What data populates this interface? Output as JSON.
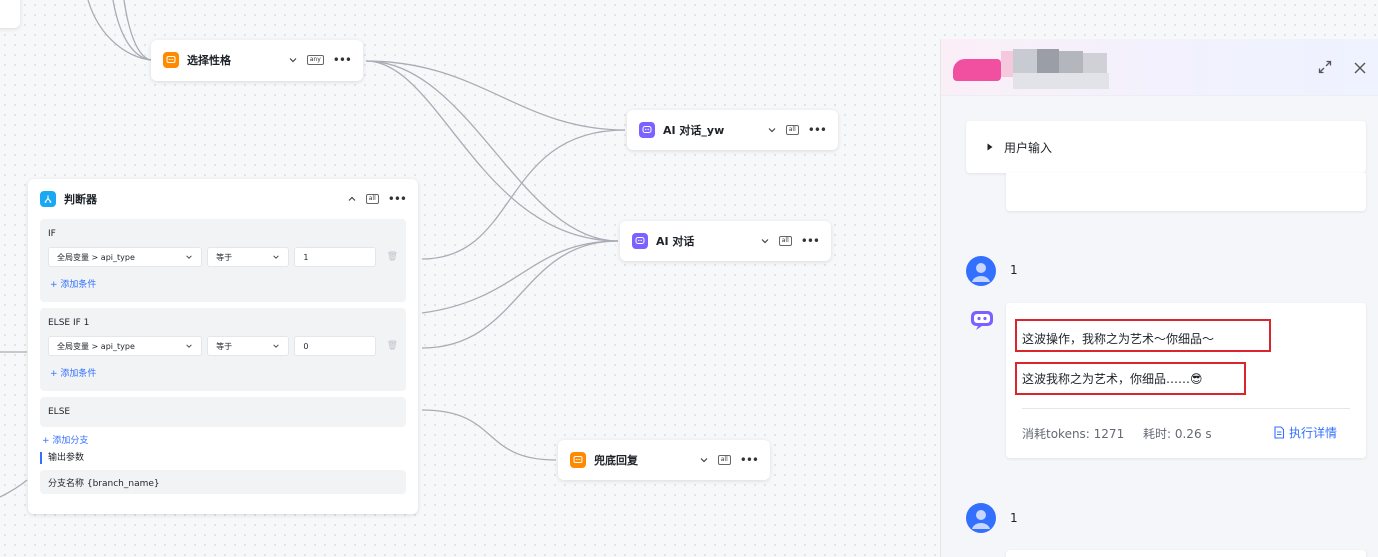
{
  "nodes": {
    "select_personality": {
      "title": "选择性格",
      "badge": "any"
    },
    "ai_chat_yw": {
      "title": "AI 对话_yw",
      "badge": "all"
    },
    "ai_chat": {
      "title": "AI 对话",
      "badge": "all"
    },
    "fallback_reply": {
      "title": "兜底回复",
      "badge": "all"
    },
    "judge": {
      "title": "判断器",
      "badge": "all",
      "branches": [
        {
          "label": "IF",
          "variable": "全局变量 > api_type",
          "operator": "等于",
          "value": "1",
          "add_label": "+ 添加条件"
        },
        {
          "label": "ELSE IF 1",
          "variable": "全局变量 > api_type",
          "operator": "等于",
          "value": "0",
          "add_label": "+ 添加条件"
        }
      ],
      "else_label": "ELSE",
      "add_branch_label": "+ 添加分支",
      "output_label": "输出参数",
      "output_value": "分支名称 {branch_name}"
    }
  },
  "panel": {
    "user_input_label": "用户输入",
    "messages": [
      {
        "role": "user",
        "text": "1"
      },
      {
        "role": "bot",
        "lines": [
          "这波操作，我称之为艺术～你细品～",
          "这波我称之为艺术，你细品……"
        ],
        "emoji": "😎",
        "tokens_text": "消耗tokens: 1271",
        "time_text": "耗时: 0.26 s",
        "detail_label": "执行详情"
      },
      {
        "role": "user",
        "text": "1"
      }
    ]
  },
  "colors": {
    "accent_blue": "#3370ff",
    "node_orange": "#ff8a00",
    "node_purple": "#7b61ff",
    "node_cyan": "#19a9f2",
    "highlight_red": "#d8262c",
    "edge_gray": "#a8adb6"
  }
}
